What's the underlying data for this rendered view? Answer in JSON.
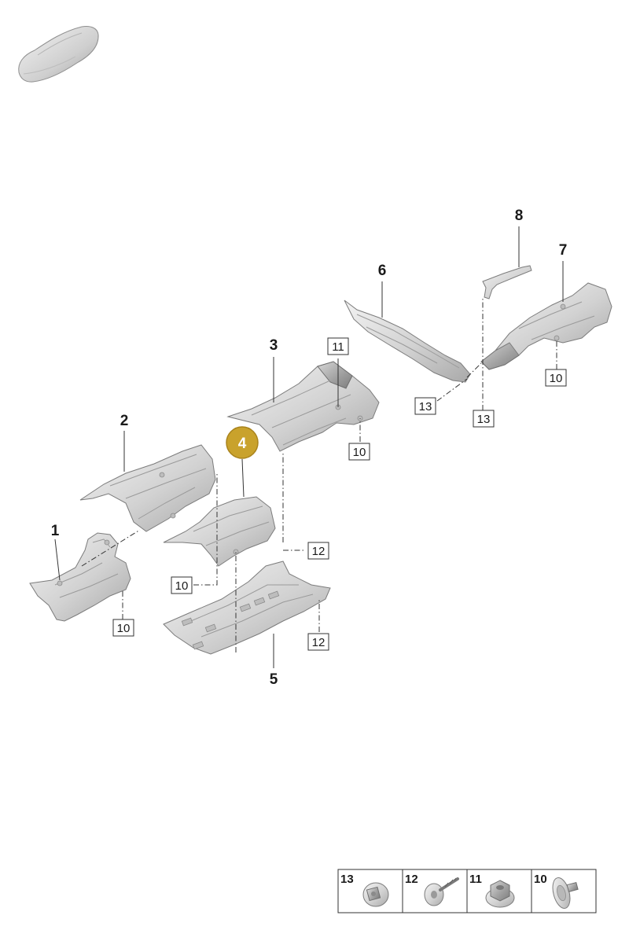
{
  "callouts": {
    "p1": "1",
    "p2": "2",
    "p3": "3",
    "p4": "4",
    "p5": "5",
    "p6": "6",
    "p7": "7",
    "p8": "8"
  },
  "boxes": {
    "b10_part1": "10",
    "b10_part4": "10",
    "b10_part3": "10",
    "b10_part7": "10",
    "b11": "11",
    "b12_part3": "12",
    "b12_part5": "12",
    "b13_part6": "13",
    "b13_part8": "13"
  },
  "legend": {
    "c13": "13",
    "c12": "12",
    "c11": "11",
    "c10": "10"
  },
  "colors": {
    "highlight": "#c9a22c",
    "highlight_stroke": "#a9831c",
    "line": "#333333",
    "metal_light": "#f0f0f0",
    "metal_dark": "#a8a8a8"
  },
  "icons": {
    "thumbnail": "car-silhouette-icon",
    "legend_13": "flange-nut-icon",
    "legend_12": "screw-icon",
    "legend_11": "hex-nut-icon",
    "legend_10": "clip-nut-icon"
  }
}
